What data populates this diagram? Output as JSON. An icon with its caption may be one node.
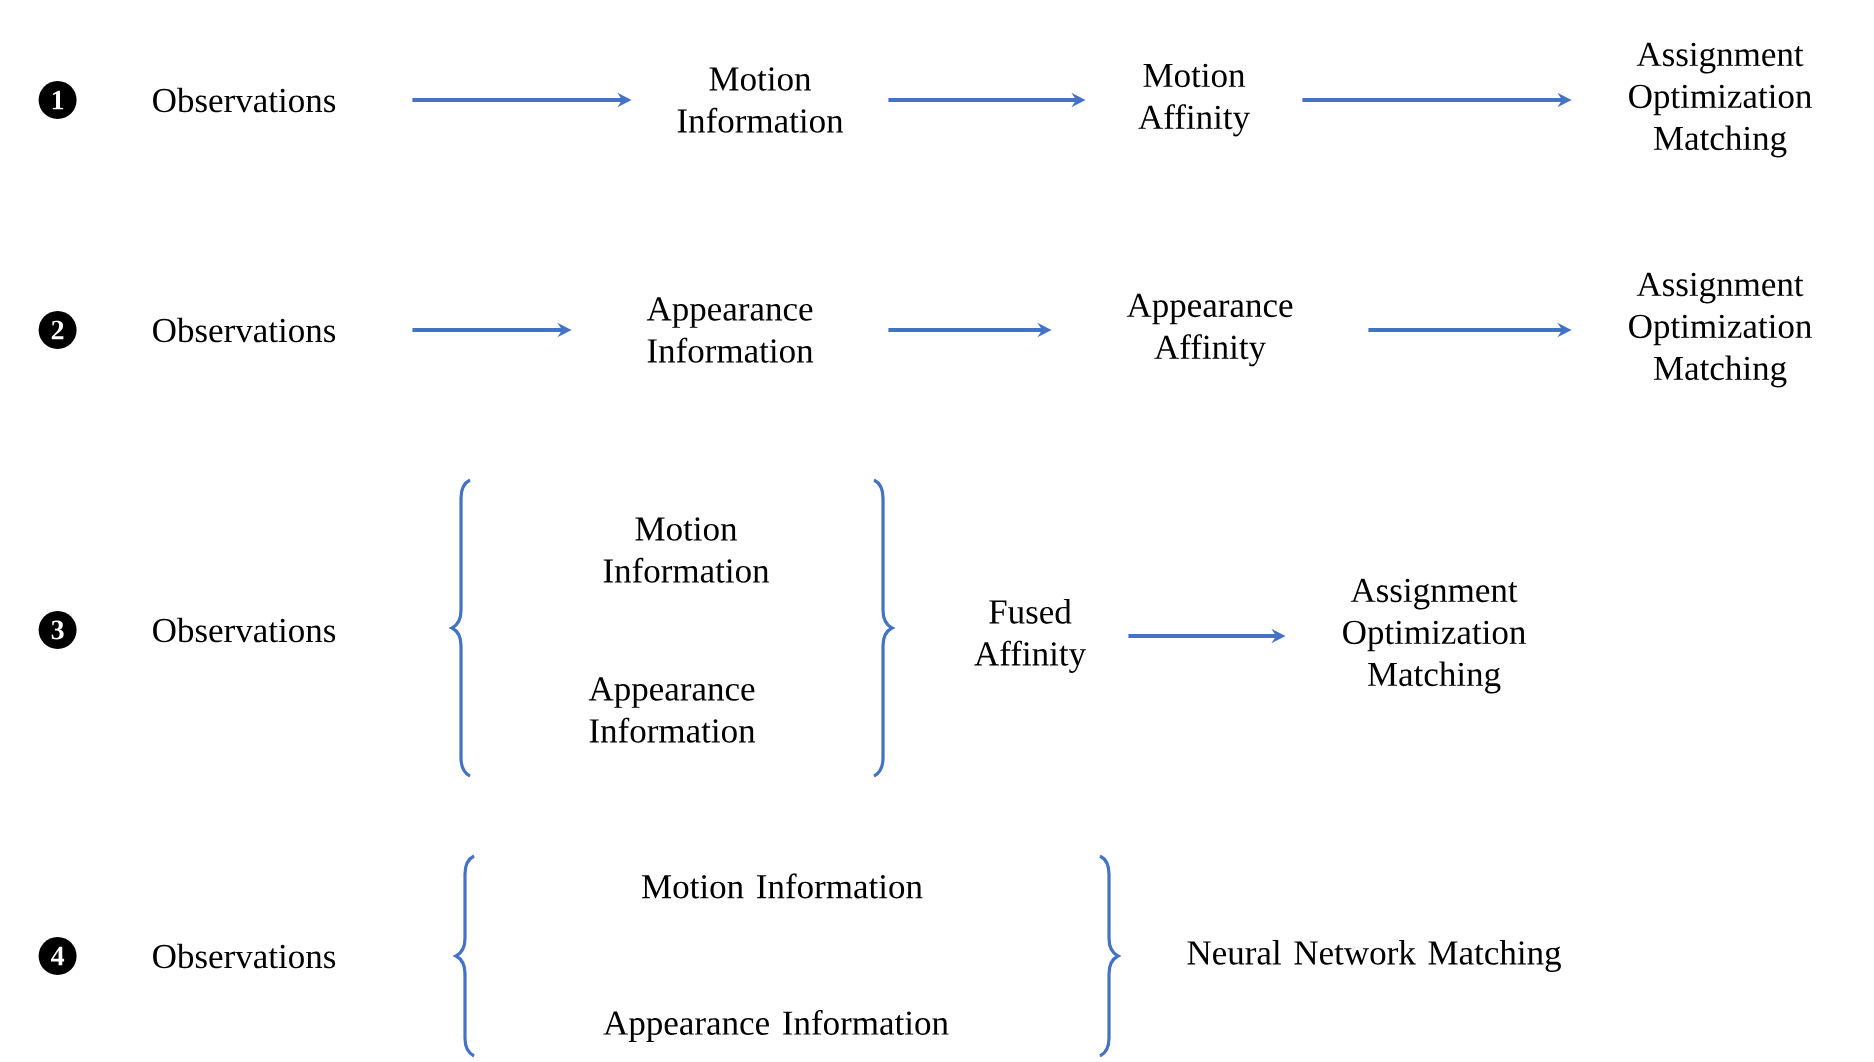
{
  "diagram": {
    "nodes": [
      {
        "text": [
          "Observations"
        ],
        "beside": [
          "1"
        ]
      },
      {
        "text": [
          "Motion Information"
        ]
      },
      {
        "text": [
          "Motion Affinity"
        ]
      },
      {
        "text": [
          "Assignment Optimization Matching"
        ]
      },
      {
        "text": [
          "Observations"
        ],
        "beside": [
          "2"
        ]
      },
      {
        "text": [
          "Appearance Information"
        ]
      },
      {
        "text": [
          "Appearance Affinity"
        ]
      },
      {
        "text": [
          "Assignment Optimization Matching"
        ]
      },
      {
        "text": [
          "Observations"
        ],
        "beside": [
          "3"
        ]
      },
      {
        "text": [
          "Motion Information"
        ]
      },
      {
        "text": [
          "Appearance Information"
        ]
      },
      {
        "text": [
          "Fused Affinity"
        ]
      },
      {
        "text": [
          "Assignment Optimization Matching"
        ]
      },
      {
        "text": [
          "Observations"
        ],
        "beside": [
          "4"
        ]
      },
      {
        "text": [
          "Motion Information"
        ]
      },
      {
        "text": [
          "Appearance Information"
        ]
      },
      {
        "text": [
          "Neural Network Matching"
        ]
      }
    ],
    "edges": [
      {
        "from": 0,
        "to": 1,
        "arrow": "to"
      },
      {
        "from": 1,
        "to": 2,
        "arrow": "to"
      },
      {
        "from": 2,
        "to": 3,
        "arrow": "to"
      },
      {
        "from": 4,
        "to": 5,
        "arrow": "to"
      },
      {
        "from": 5,
        "to": 6,
        "arrow": "to"
      },
      {
        "from": 6,
        "to": 7,
        "arrow": "to"
      },
      {
        "from": 11,
        "to": 12,
        "arrow": "to"
      }
    ]
  }
}
